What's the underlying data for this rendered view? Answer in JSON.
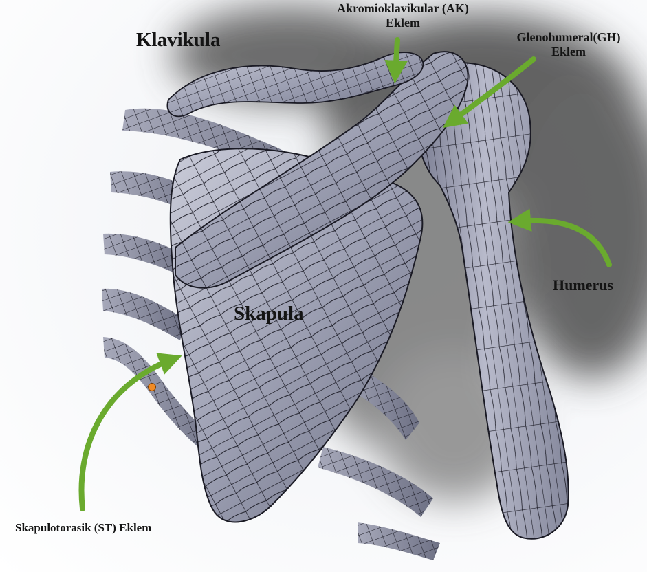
{
  "labels": {
    "klavikula": "Klavikula",
    "ak_line1": "Akromioklavikular (AK)",
    "ak_line2": "Eklem",
    "gh_line1": "Glenohumeral(GH)",
    "gh_line2": "Eklem",
    "humerus": "Humerus",
    "skapula": "Skapula",
    "st": "Skapulotorasik (ST) Eklem"
  },
  "colors": {
    "bone": "#8c8fa3",
    "bone_highlight": "#c4c6d3",
    "mesh": "#1a1a24",
    "arrow": "#6aaa2e",
    "marker": "#f08a24",
    "shadow": "#3a3a3a"
  }
}
